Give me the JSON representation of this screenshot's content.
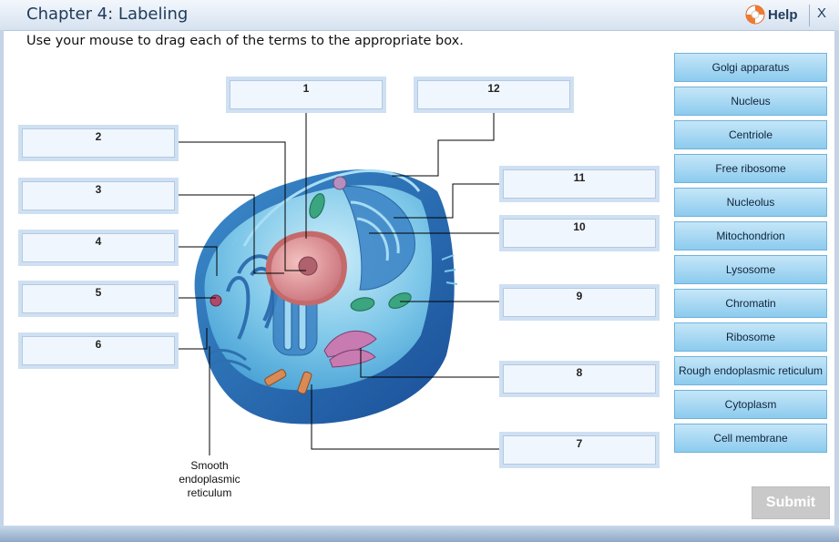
{
  "header": {
    "title": "Chapter 4: Labeling",
    "help_label": "Help",
    "close_label": "X"
  },
  "instructions": "Use your mouse to drag each of the terms to the appropriate box.",
  "drop_boxes": [
    "1",
    "2",
    "3",
    "4",
    "5",
    "6",
    "7",
    "8",
    "9",
    "10",
    "11",
    "12"
  ],
  "terms": [
    "Golgi apparatus",
    "Nucleus",
    "Centriole",
    "Free ribosome",
    "Nucleolus",
    "Mitochondrion",
    "Lysosome",
    "Chromatin",
    "Ribosome",
    "Rough endoplasmic reticulum",
    "Cytoplasm",
    "Cell membrane"
  ],
  "diagram": {
    "fixed_label": "Smooth endoplasmic reticulum"
  },
  "submit_label": "Submit",
  "icons": {
    "help": "lifebuoy-icon"
  },
  "colors": {
    "accent": "#8ccbee",
    "cell_outer": "#1f6fb5",
    "nucleus": "#d98a8a"
  }
}
